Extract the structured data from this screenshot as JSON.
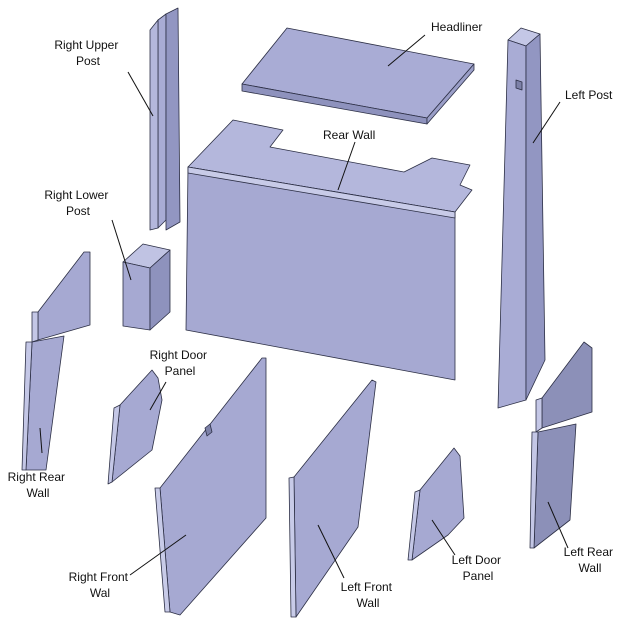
{
  "colors": {
    "face_light": "#b3b6db",
    "face_mid": "#9ea2cb",
    "face_dark": "#7d81a8",
    "edge": "#2c2f45"
  },
  "labels": {
    "headliner": [
      "Headliner"
    ],
    "rear_wall": [
      "Rear Wall"
    ],
    "right_upper_post": [
      "Right Upper",
      "Post"
    ],
    "left_post": [
      "Left Post"
    ],
    "right_lower_post": [
      "Right Lower",
      "Post"
    ],
    "right_door_panel": [
      "Right Door",
      "Panel"
    ],
    "right_rear_wall": [
      "Right Rear",
      "Wall"
    ],
    "right_front_wall": [
      "Right Front",
      "Wal"
    ],
    "left_front_wall": [
      "Left Front",
      "Wall"
    ],
    "left_door_panel": [
      "Left Door",
      "Panel"
    ],
    "left_rear_wall": [
      "Left Rear",
      "Wall"
    ]
  }
}
